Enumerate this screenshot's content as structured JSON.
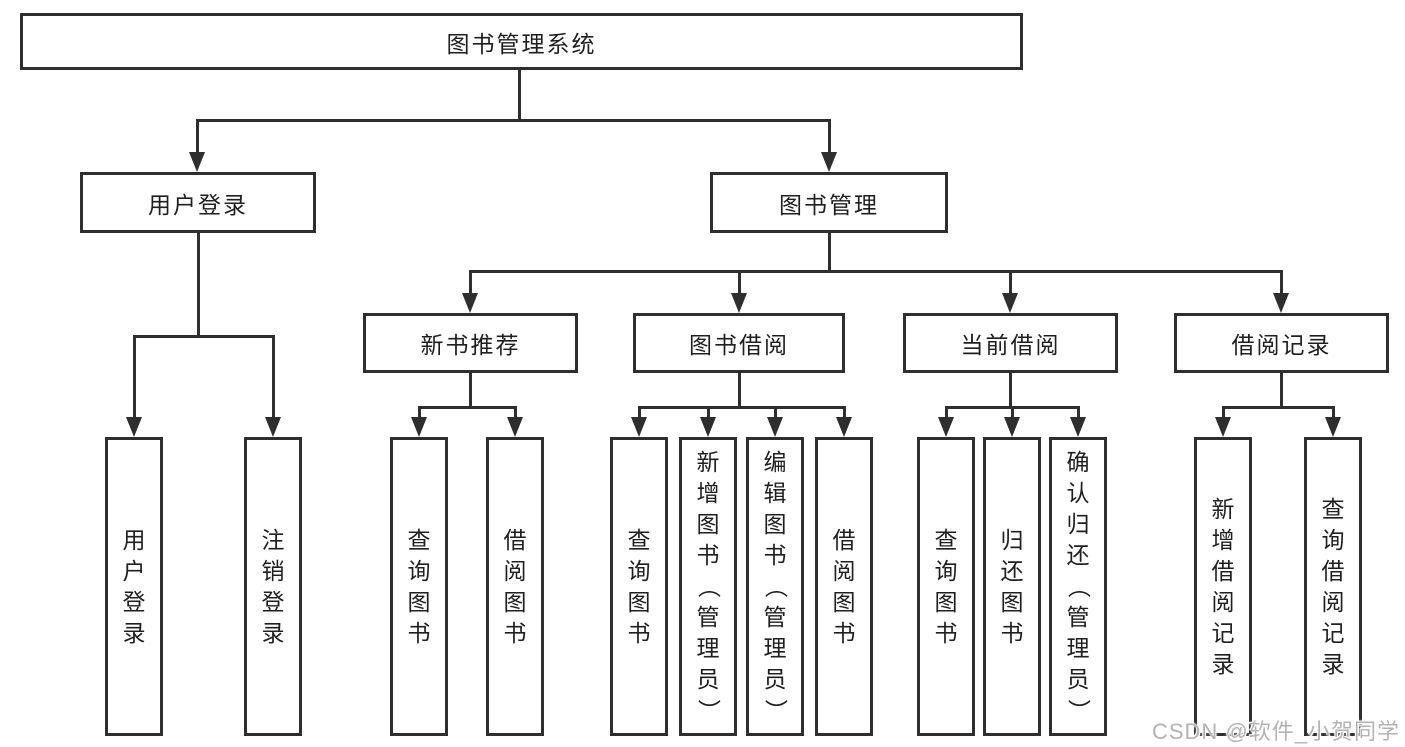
{
  "colors": {
    "line": "#2e2e2e",
    "text": "#1f1f1f",
    "background": "#ffffff",
    "watermark": "#b3b3b3"
  },
  "root": {
    "label": "图书管理系统"
  },
  "level2": {
    "user_login": {
      "label": "用户登录"
    },
    "book_management": {
      "label": "图书管理"
    }
  },
  "level3": {
    "new_book_recommend": {
      "label": "新书推荐"
    },
    "book_borrowing": {
      "label": "图书借阅"
    },
    "current_borrowing": {
      "label": "当前借阅"
    },
    "borrowing_records": {
      "label": "借阅记录"
    }
  },
  "leaves": {
    "user_login": {
      "label": "用户登录"
    },
    "logout_login": {
      "label": "注销登录"
    },
    "recommend_query_books": {
      "label": "查询图书"
    },
    "recommend_borrow_books": {
      "label": "借阅图书"
    },
    "borrowing_query_books": {
      "label": "查询图书"
    },
    "borrowing_add_books": {
      "label": "新增图书（管理员）"
    },
    "borrowing_edit_books": {
      "label": "编辑图书（管理员）"
    },
    "borrowing_borrow_books": {
      "label": "借阅图书"
    },
    "current_query_books": {
      "label": "查询图书"
    },
    "current_return_books": {
      "label": "归还图书"
    },
    "current_confirm_return": {
      "label": "确认归还（管理员）"
    },
    "records_add_record": {
      "label": "新增借阅记录"
    },
    "records_query_record": {
      "label": "查询借阅记录"
    }
  },
  "watermark": {
    "text": "CSDN @软件_小贺同学"
  }
}
